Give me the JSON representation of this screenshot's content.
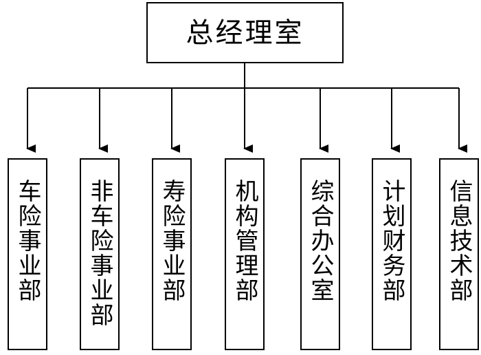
{
  "diagram": {
    "root": {
      "label": "总经理室"
    },
    "departments": [
      {
        "label": "车险事业部"
      },
      {
        "label": "非车险事业部"
      },
      {
        "label": "寿险事业部"
      },
      {
        "label": "机构管理部"
      },
      {
        "label": "综合办公室"
      },
      {
        "label": "计划财务部"
      },
      {
        "label": "信息技术部"
      }
    ],
    "colors": {
      "line": "#000000",
      "box_border": "#000000",
      "text": "#000000",
      "background": "#ffffff"
    }
  }
}
